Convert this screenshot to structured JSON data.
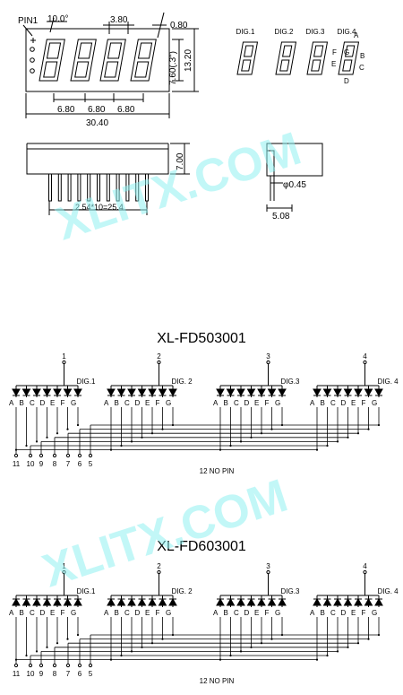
{
  "top_view": {
    "pin1_label": "PIN1",
    "angle": "10.0°",
    "seg_width": "3.80",
    "seg_stroke": "0.80",
    "digit_pitch_1": "6.80",
    "digit_pitch_2": "6.80",
    "digit_pitch_3": "6.80",
    "total_width": "30.40",
    "char_height": "7.60(.3\")",
    "body_height": "13.20"
  },
  "segment_map": {
    "digits": [
      "DIG.1",
      "DIG.2",
      "DIG.3",
      "DIG.4"
    ],
    "segments": [
      "A",
      "B",
      "C",
      "D",
      "E",
      "F",
      "G"
    ]
  },
  "side_view": {
    "pin_spacing": "2.54*10=25.4",
    "height": "7.00",
    "pin_dia": "φ0.45",
    "depth": "5.08"
  },
  "circuits": [
    {
      "model": "XL-FD503001",
      "common_pins": [
        "1",
        "2",
        "3",
        "4"
      ],
      "digits": [
        "DIG.1",
        "DIG. 2",
        "DIG.3",
        "DIG. 4"
      ],
      "segments": [
        "A",
        "B",
        "C",
        "D",
        "E",
        "F",
        "G"
      ],
      "bottom_pins": [
        "11",
        "10",
        "9",
        "8",
        "7",
        "6",
        "5"
      ],
      "pin_note": "12 NO PIN"
    },
    {
      "model": "XL-FD603001",
      "common_pins": [
        "1",
        "2",
        "3",
        "4"
      ],
      "digits": [
        "DIG.1",
        "DIG. 2",
        "DIG.3",
        "DIG. 4"
      ],
      "segments": [
        "A",
        "B",
        "C",
        "D",
        "E",
        "F",
        "G"
      ],
      "bottom_pins": [
        "11",
        "10",
        "9",
        "8",
        "7",
        "6",
        "5"
      ],
      "pin_note": "12 NO PIN"
    }
  ],
  "watermark": "XLITX.COM",
  "colors": {
    "line": "#000000",
    "watermark": "#8ff0f0"
  }
}
